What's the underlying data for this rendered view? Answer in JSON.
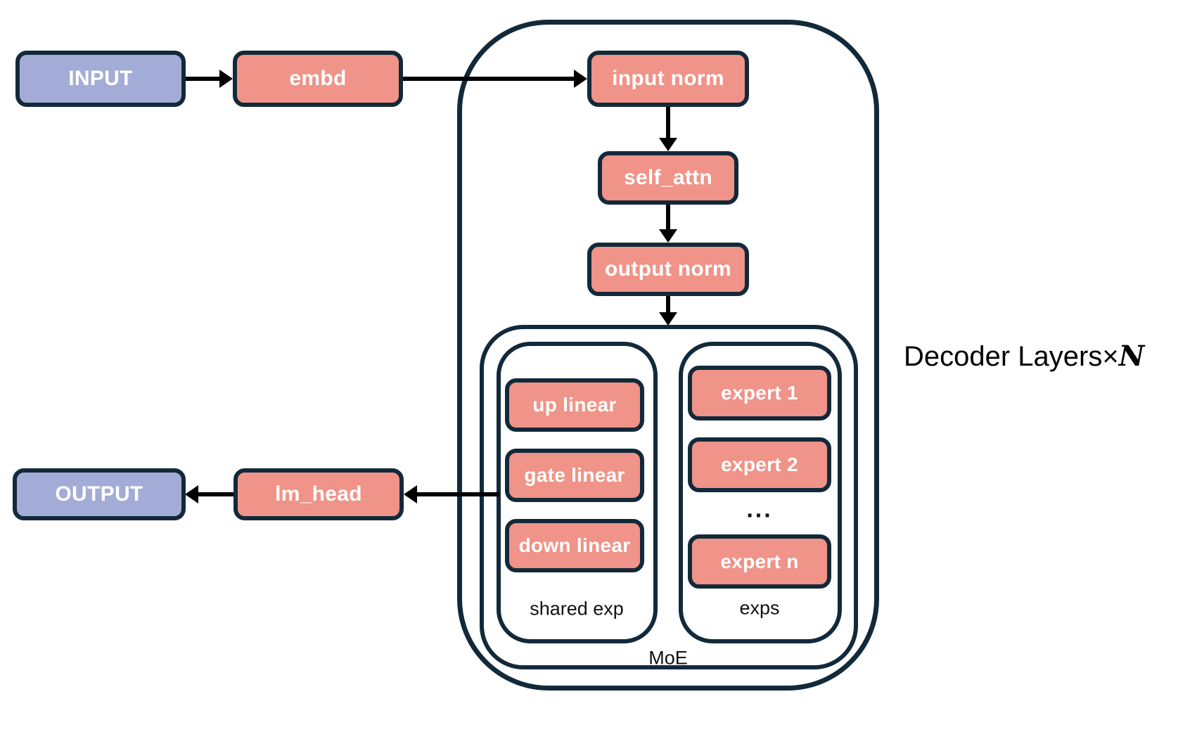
{
  "diagram": {
    "title_label": {
      "text": "Decoder Layers×",
      "n_symbol": "N"
    },
    "nodes": {
      "input": "INPUT",
      "embd": "embd",
      "input_norm": "input norm",
      "self_attn": "self_attn",
      "output_norm": "output norm",
      "up_linear": "up linear",
      "gate_linear": "gate linear",
      "down_linear": "down linear",
      "expert_1": "expert 1",
      "expert_2": "expert 2",
      "experts_ellipsis": "...",
      "expert_n": "expert n",
      "lm_head": "lm_head",
      "output": "OUTPUT"
    },
    "group_labels": {
      "shared_exp": "shared exp",
      "exps": "exps",
      "moe": "MoE"
    }
  },
  "colors": {
    "io_fill": "#A3ACD6",
    "module_fill": "#F09388",
    "outline": "#12293A",
    "arrow": "#000000",
    "label_dark": "#111111"
  }
}
